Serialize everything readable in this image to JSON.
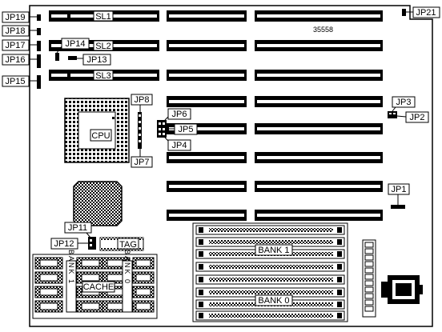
{
  "board": {
    "model_number": "35558",
    "jumpers": {
      "jp1": "JP1",
      "jp2": "JP2",
      "jp3": "JP3",
      "jp4": "JP4",
      "jp5": "JP5",
      "jp6": "JP6",
      "jp7": "JP7",
      "jp8": "JP8",
      "jp11": "JP11",
      "jp12": "JP12",
      "jp13": "JP13",
      "jp14": "JP14",
      "jp15": "JP15",
      "jp16": "JP16",
      "jp17": "JP17",
      "jp18": "JP18",
      "jp19": "JP19",
      "jp21": "JP21"
    },
    "slots": {
      "sl1": "SL1",
      "sl2": "SL2",
      "sl3": "SL3"
    },
    "chips": {
      "cpu": "CPU",
      "tag": "TAG",
      "cache": "CACHE"
    },
    "cache_banks": {
      "bank_left": "BANK 1",
      "bank_right": "BANK 0"
    },
    "simm_banks": {
      "bank1": "BANK 1",
      "bank0": "BANK 0"
    }
  }
}
